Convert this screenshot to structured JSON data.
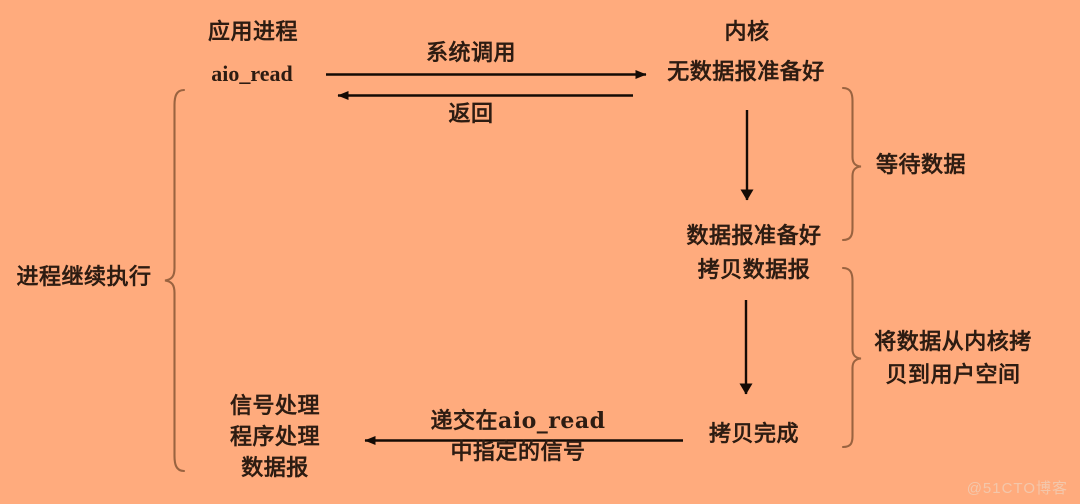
{
  "diagram": {
    "title_hidden": "",
    "background_color": "#ffab7d",
    "ink_color": "#2d1c12",
    "brace_color": "#8a5433",
    "columns": {
      "app_process": "应用进程",
      "kernel": "内核"
    },
    "nodes": {
      "aio_read": "aio_read",
      "no_data_ready": "无数据报准备好",
      "data_ready_line1": "数据报准备好",
      "data_ready_line2": "拷贝数据报",
      "copy_complete": "拷贝完成",
      "signal_handler_line1": "信号处理",
      "signal_handler_line2": "程序处理",
      "signal_handler_line3": "数据报"
    },
    "arrows": {
      "syscall": "系统调用",
      "return": "返回",
      "deliver_line1": "递交在aio_read",
      "deliver_line2": "中指定的信号"
    },
    "braces": {
      "process_continues": "进程继续执行",
      "wait_for_data": "等待数据",
      "copy_kernel_to_user_line1": "将数据从内核拷",
      "copy_kernel_to_user_line2": "贝到用户空间"
    },
    "watermark": "@51CTO博客"
  }
}
